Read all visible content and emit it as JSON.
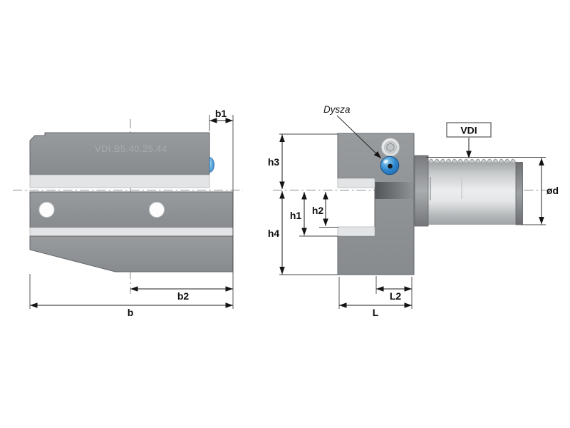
{
  "drawing": {
    "side_view": {
      "engraving": "VDI.B5.40.25.44",
      "dim_b1": "b1",
      "dim_b2": "b2",
      "dim_b": "b"
    },
    "front_view": {
      "dim_h1": "h1",
      "dim_h2": "h2",
      "dim_h3": "h3",
      "dim_h4": "h4",
      "dim_L2": "L2",
      "dim_L": "L",
      "dim_diameter": "ød",
      "shank_label": "VDI",
      "nozzle_label": "Dysza"
    },
    "colors": {
      "body_grey": "#8d9092",
      "insert_strip": "#e3e4e5",
      "nozzle_blue": "#2e86cc",
      "shank_light": "#ecedee",
      "dimension_line": "#1c1c1c"
    }
  }
}
